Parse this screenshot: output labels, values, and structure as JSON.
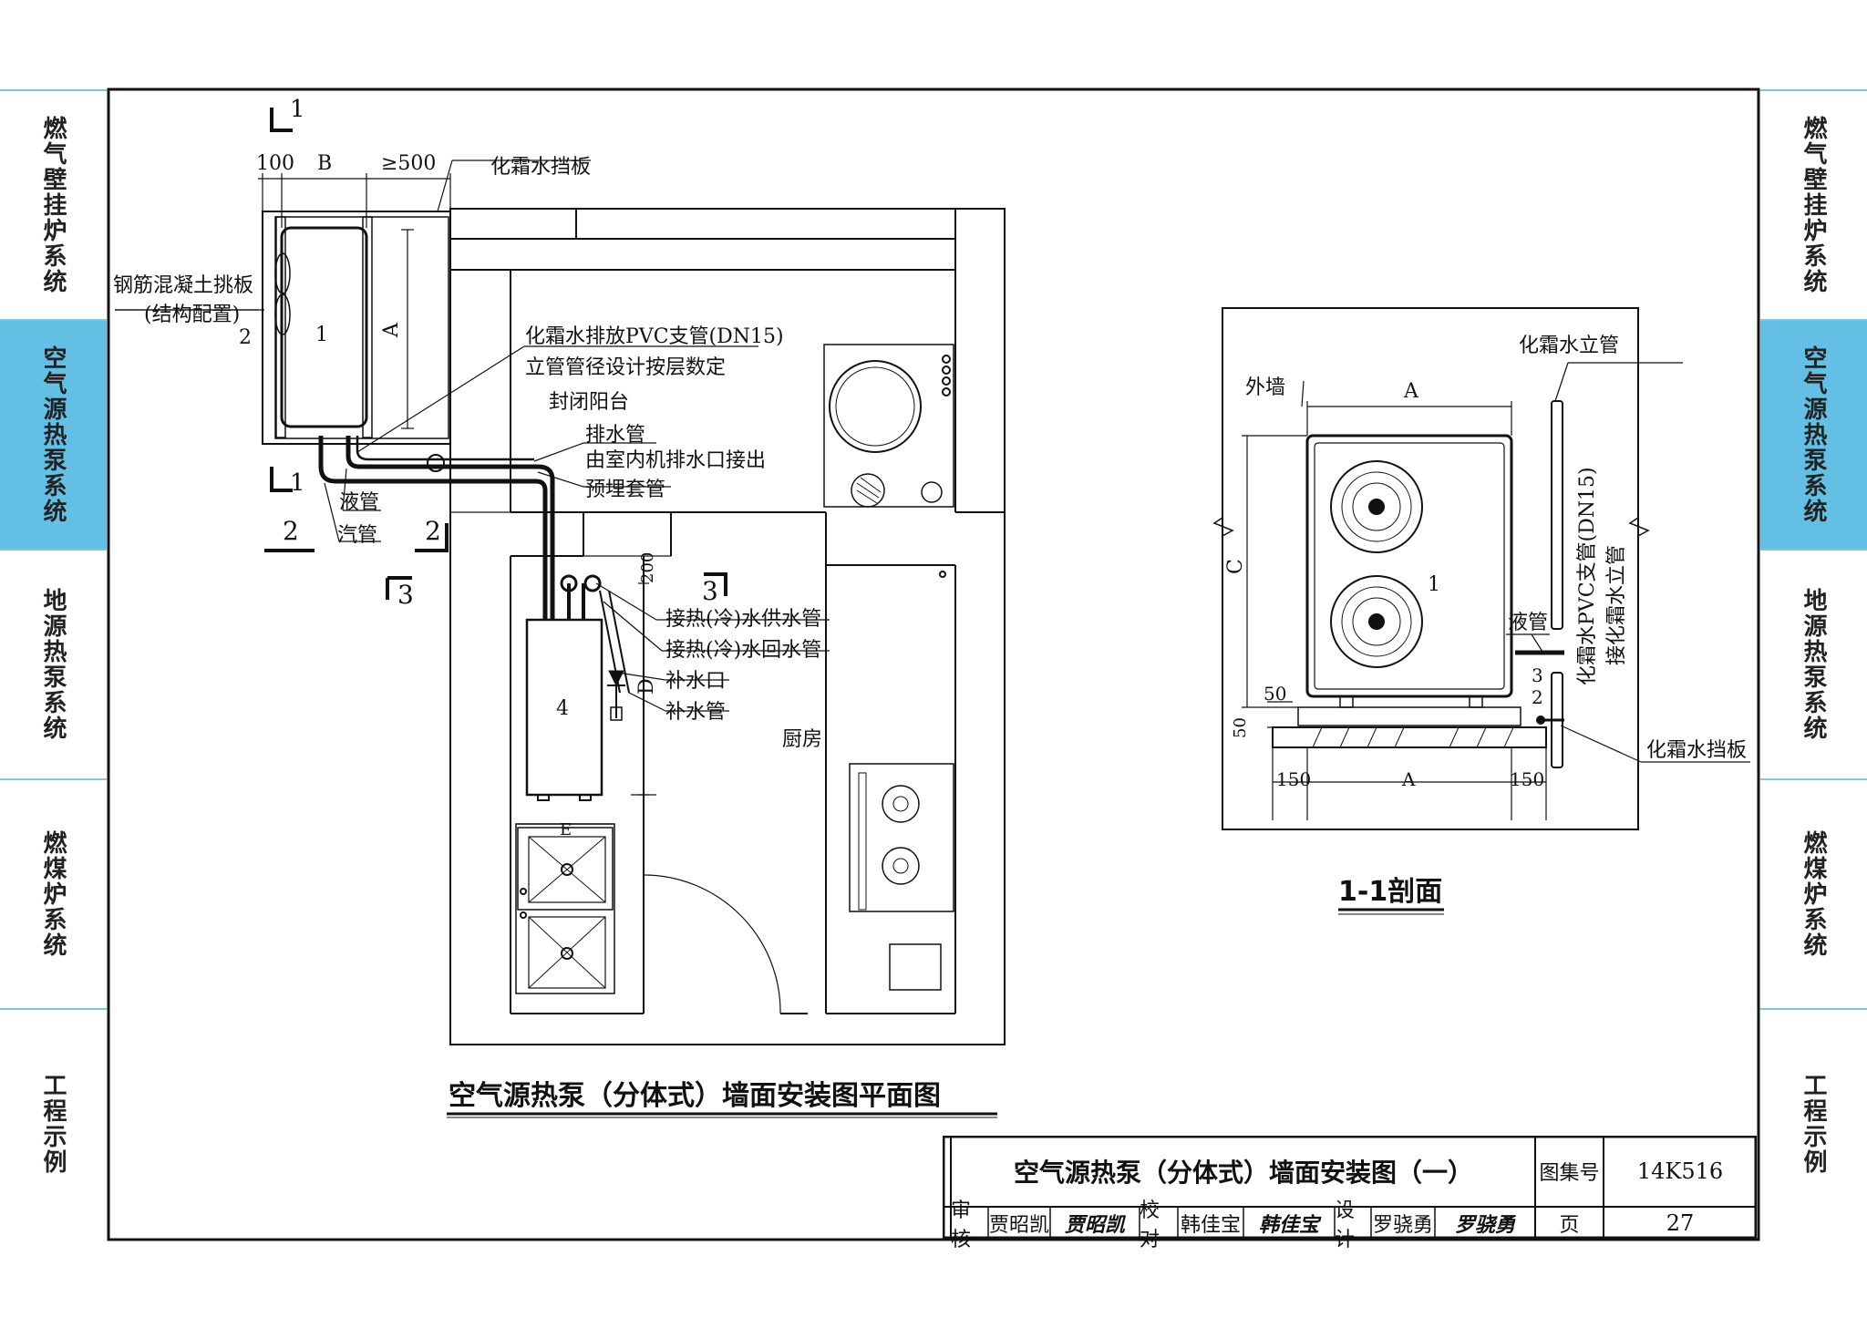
{
  "side_tabs": [
    {
      "label": "燃气壁挂炉系统",
      "active": false
    },
    {
      "label": "空气源热泵系统",
      "active": true
    },
    {
      "label": "地源热泵系统",
      "active": false
    },
    {
      "label": "燃煤炉系统",
      "active": false
    },
    {
      "label": "工程示例",
      "active": false
    }
  ],
  "plan": {
    "title": "空气源热泵（分体式）墙面安装图平面图",
    "dims": {
      "d100": "100",
      "dB": "B",
      "d500": "≥500",
      "dA": "A",
      "dD": "D",
      "dE": "E",
      "d200": "200"
    },
    "section_marks": {
      "s1": "1",
      "s2": "2",
      "s3": "3"
    },
    "labels": {
      "baffle": "化霜水挡板",
      "slab": "钢筋混凝土挑板",
      "slab_note": "(结构配置)",
      "pvc": "化霜水排放PVC支管(DN15)",
      "riser_note": "立管管径设计按层数定",
      "balcony": "封闭阳台",
      "drain": "排水管",
      "drain_note": "由室内机排水口接出",
      "sleeve": "预埋套管",
      "liquid": "液管",
      "gas": "汽管",
      "supply": "接热(冷)水供水管",
      "return": "接热(冷)水回水管",
      "fill_port": "补水口",
      "fill_pipe": "补水管",
      "kitchen": "厨房"
    },
    "numbers": {
      "n1": "1",
      "n2": "2",
      "n4": "4"
    }
  },
  "section": {
    "title": "1-1剖面",
    "labels": {
      "riser": "化霜水立管",
      "wall": "外墙",
      "liquid": "液管",
      "pvc": "化霜水PVC支管(DN15)",
      "connect": "接化霜水立管",
      "baffle": "化霜水挡板"
    },
    "dims": {
      "A": "A",
      "C": "C",
      "d50a": "50",
      "d50b": "50",
      "d150": "150"
    },
    "numbers": {
      "n1": "1",
      "n2": "2",
      "n3": "3"
    }
  },
  "title_block": {
    "title": "空气源热泵（分体式）墙面安装图（一）",
    "atlas_label": "图集号",
    "atlas_no": "14K516",
    "page_label": "页",
    "page_no": "27",
    "review_label": "审核",
    "reviewer": "贾昭凯",
    "check_label": "校对",
    "checker": "韩佳宝",
    "design_label": "设计",
    "designer": "罗骁勇"
  }
}
